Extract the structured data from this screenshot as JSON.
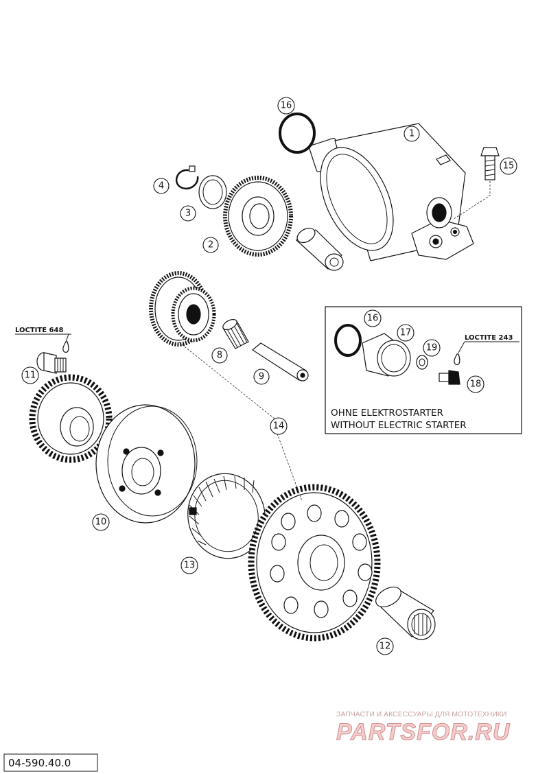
{
  "diagram": {
    "callouts": [
      "1",
      "2",
      "3",
      "4",
      "8",
      "9",
      "10",
      "11",
      "12",
      "13",
      "14",
      "15",
      "16",
      "16",
      "17",
      "18",
      "19"
    ],
    "loctite_labels": {
      "left": "LOCTITE 648",
      "inset": "LOCTITE 243"
    },
    "inset": {
      "line1": "OHNE ELEKTROSTARTER",
      "line2": "WITHOUT ELECTRIC STARTER"
    },
    "drawing_code": "04-590.40.0"
  },
  "watermark": {
    "caption": "ЗАПЧАСТИ И АКСЕССУАРЫ ДЛЯ МОТОТЕХНИКИ",
    "brand": "PARTSFOR.RU",
    "colors": {
      "fill": "#f3cccc",
      "stroke": "#d08c8c"
    }
  }
}
